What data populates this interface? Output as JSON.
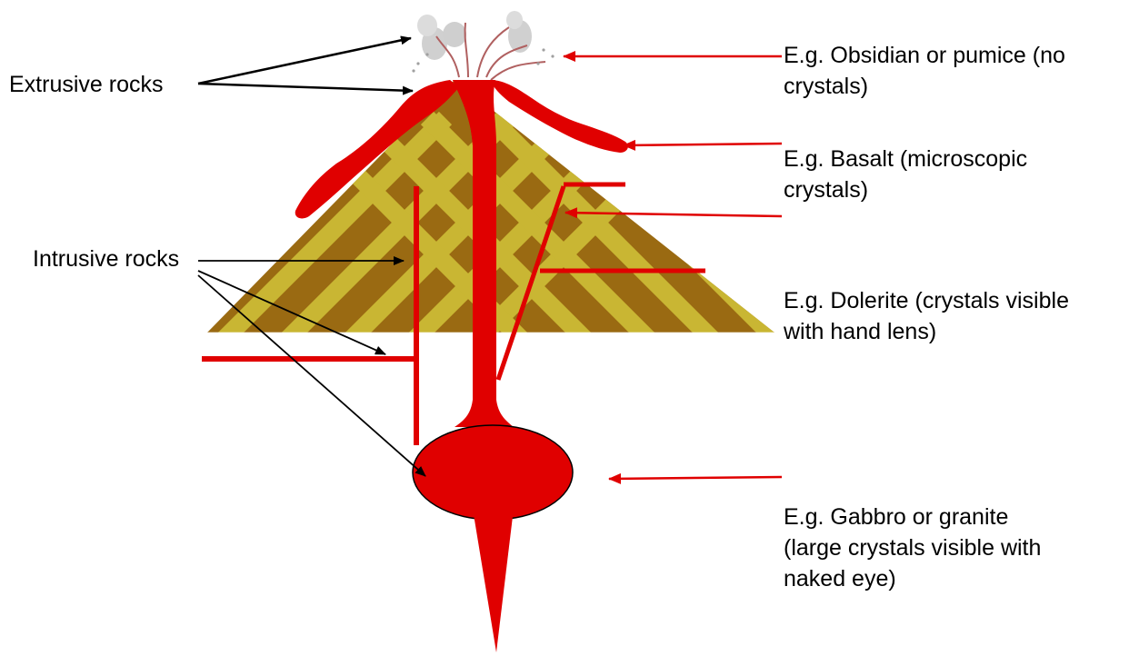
{
  "labels": {
    "extrusive": "Extrusive rocks",
    "intrusive": "Intrusive rocks"
  },
  "examples": {
    "obsidian": [
      "E.g. Obsidian or pumice (no",
      "crystals)"
    ],
    "basalt": [
      "E.g. Basalt (microscopic",
      "crystals)"
    ],
    "dolerite": [
      "E.g. Dolerite (crystals visible",
      "with hand lens)"
    ],
    "gabbro": [
      "E.g. Gabbro or granite",
      "(large crystals visible with",
      "naked eye)"
    ]
  },
  "colors": {
    "magma": "#e00000",
    "strata_dark": "#9a6a12",
    "strata_light": "#c9b633",
    "label_arrow": "#000000",
    "example_arrow": "#e00000",
    "smoke": "#c8c8c8"
  }
}
